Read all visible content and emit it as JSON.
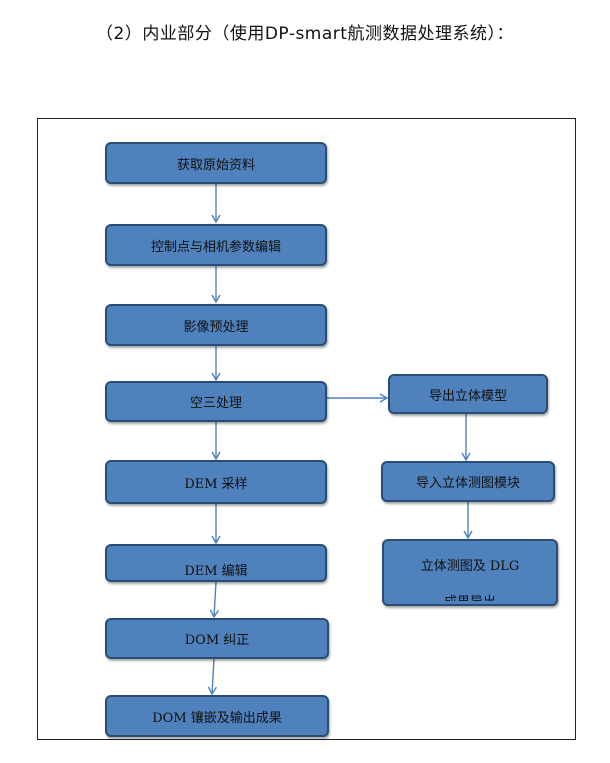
{
  "heading": "（2）内业部分（使用DP-smart航测数据处理系统）：",
  "diagram": {
    "main_flow": [
      "获取原始资料",
      "控制点与相机参数编辑",
      "影像预处理",
      "空三处理",
      "DEM 采样",
      "DEM 编辑",
      "DOM 纠正",
      "DOM 镶嵌及输出成果"
    ],
    "branch_flow": [
      "导出立体模型",
      "导入立体测图模块"
    ],
    "final_box": {
      "line1": "立体测图及 DLG",
      "line2": "成果导出"
    },
    "colors": {
      "box_fill": "#4f81bd",
      "box_border": "#2a4d75",
      "arrow": "#4f81bd"
    }
  }
}
